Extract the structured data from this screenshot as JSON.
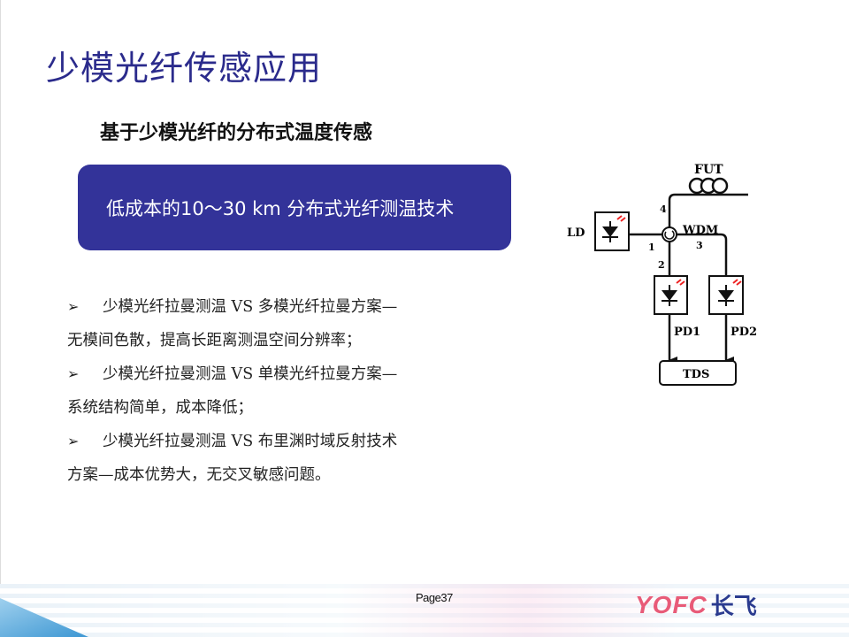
{
  "title": "少模光纤传感应用",
  "subtitle": "基于少模光纤的分布式温度传感",
  "banner": "低成本的10～30 km 分布式光纤测温技术",
  "bullets": [
    {
      "line1": "少模光纤拉曼测温 VS 多模光纤拉曼方案—",
      "line2": "无模间色散，提高长距离测温空间分辨率；"
    },
    {
      "line1": "少模光纤拉曼测温 VS 单模光纤拉曼方案—",
      "line2": "系统结构简单，成本降低；"
    },
    {
      "line1": "少模光纤拉曼测温 VS 布里渊时域反射技术",
      "line2": "方案—成本优势大，无交叉敏感问题。"
    }
  ],
  "bullet_symbol": "➢",
  "diagram": {
    "fut": "FUT",
    "ld": "LD",
    "wdm": "WDM",
    "pd1": "PD1",
    "pd2": "PD2",
    "tds": "TDS",
    "ports": [
      "1",
      "2",
      "3",
      "4"
    ]
  },
  "footer": {
    "page": "Page37",
    "logo_en": "YOFC",
    "logo_cn": "长飞"
  },
  "colors": {
    "title": "#2b2b8c",
    "banner": "#333399",
    "logo_en": "#e85b78",
    "logo_cn": "#2a3b8f"
  }
}
